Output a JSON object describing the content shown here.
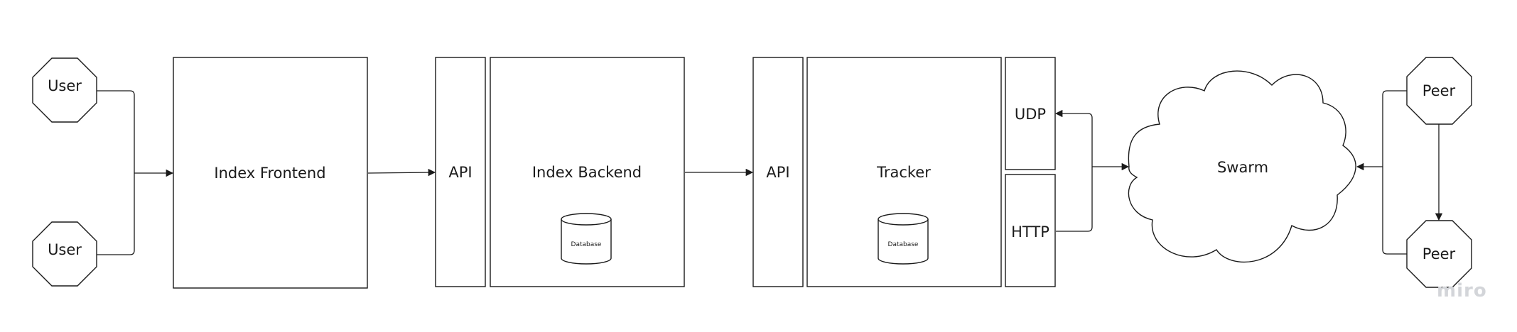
{
  "actors": {
    "user_top": "User",
    "user_bottom": "User",
    "peer_top": "Peer",
    "peer_bottom": "Peer"
  },
  "components": {
    "index_frontend": "Index Frontend",
    "backend_api": "API",
    "index_backend": "Index Backend",
    "backend_database": "Database",
    "tracker_api": "API",
    "tracker": "Tracker",
    "tracker_database": "Database",
    "udp": "UDP",
    "http": "HTTP",
    "swarm": "Swarm"
  },
  "watermark": "miro"
}
